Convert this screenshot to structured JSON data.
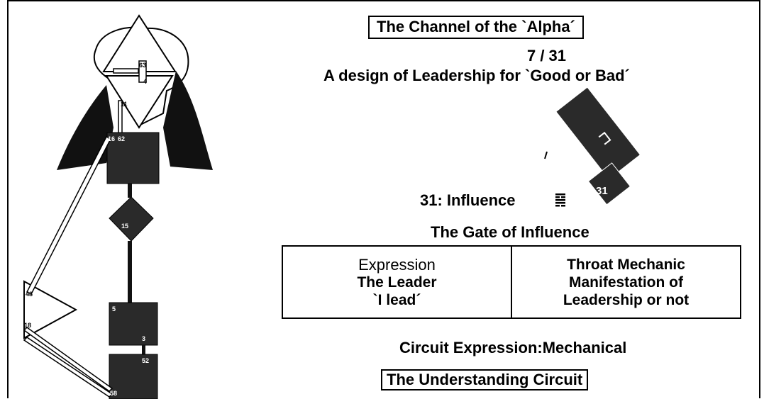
{
  "channel": {
    "title": "The Channel of the `Alpha´",
    "gates": "7 / 31",
    "subtitle": "A design of Leadership for `Good or Bad´"
  },
  "gate": {
    "name": "31: Influence",
    "hexagram_icon": "hexagram-31-icon",
    "title": "The Gate of Influence"
  },
  "table": {
    "left": {
      "heading": "Expression",
      "line1": "The Leader",
      "line2": "`I lead´"
    },
    "right": {
      "heading": "Throat Mechanic",
      "line1": "Manifestation of",
      "line2": "Leadership or not"
    }
  },
  "circuit": {
    "expression": "Circuit Expression:Mechanical",
    "name": "The Understanding Circuit"
  },
  "bodygraph": {
    "labels": {
      "g63": "63",
      "g4": "4",
      "g11": "11",
      "g16": "16",
      "g62": "62",
      "g15": "15",
      "g48": "48",
      "g18": "18",
      "g5": "5",
      "g3": "3",
      "g52": "52",
      "g58": "58",
      "g31": "31"
    }
  },
  "colors": {
    "dark_center": "#2a2a2a",
    "ink": "#000000",
    "paper": "#ffffff"
  }
}
